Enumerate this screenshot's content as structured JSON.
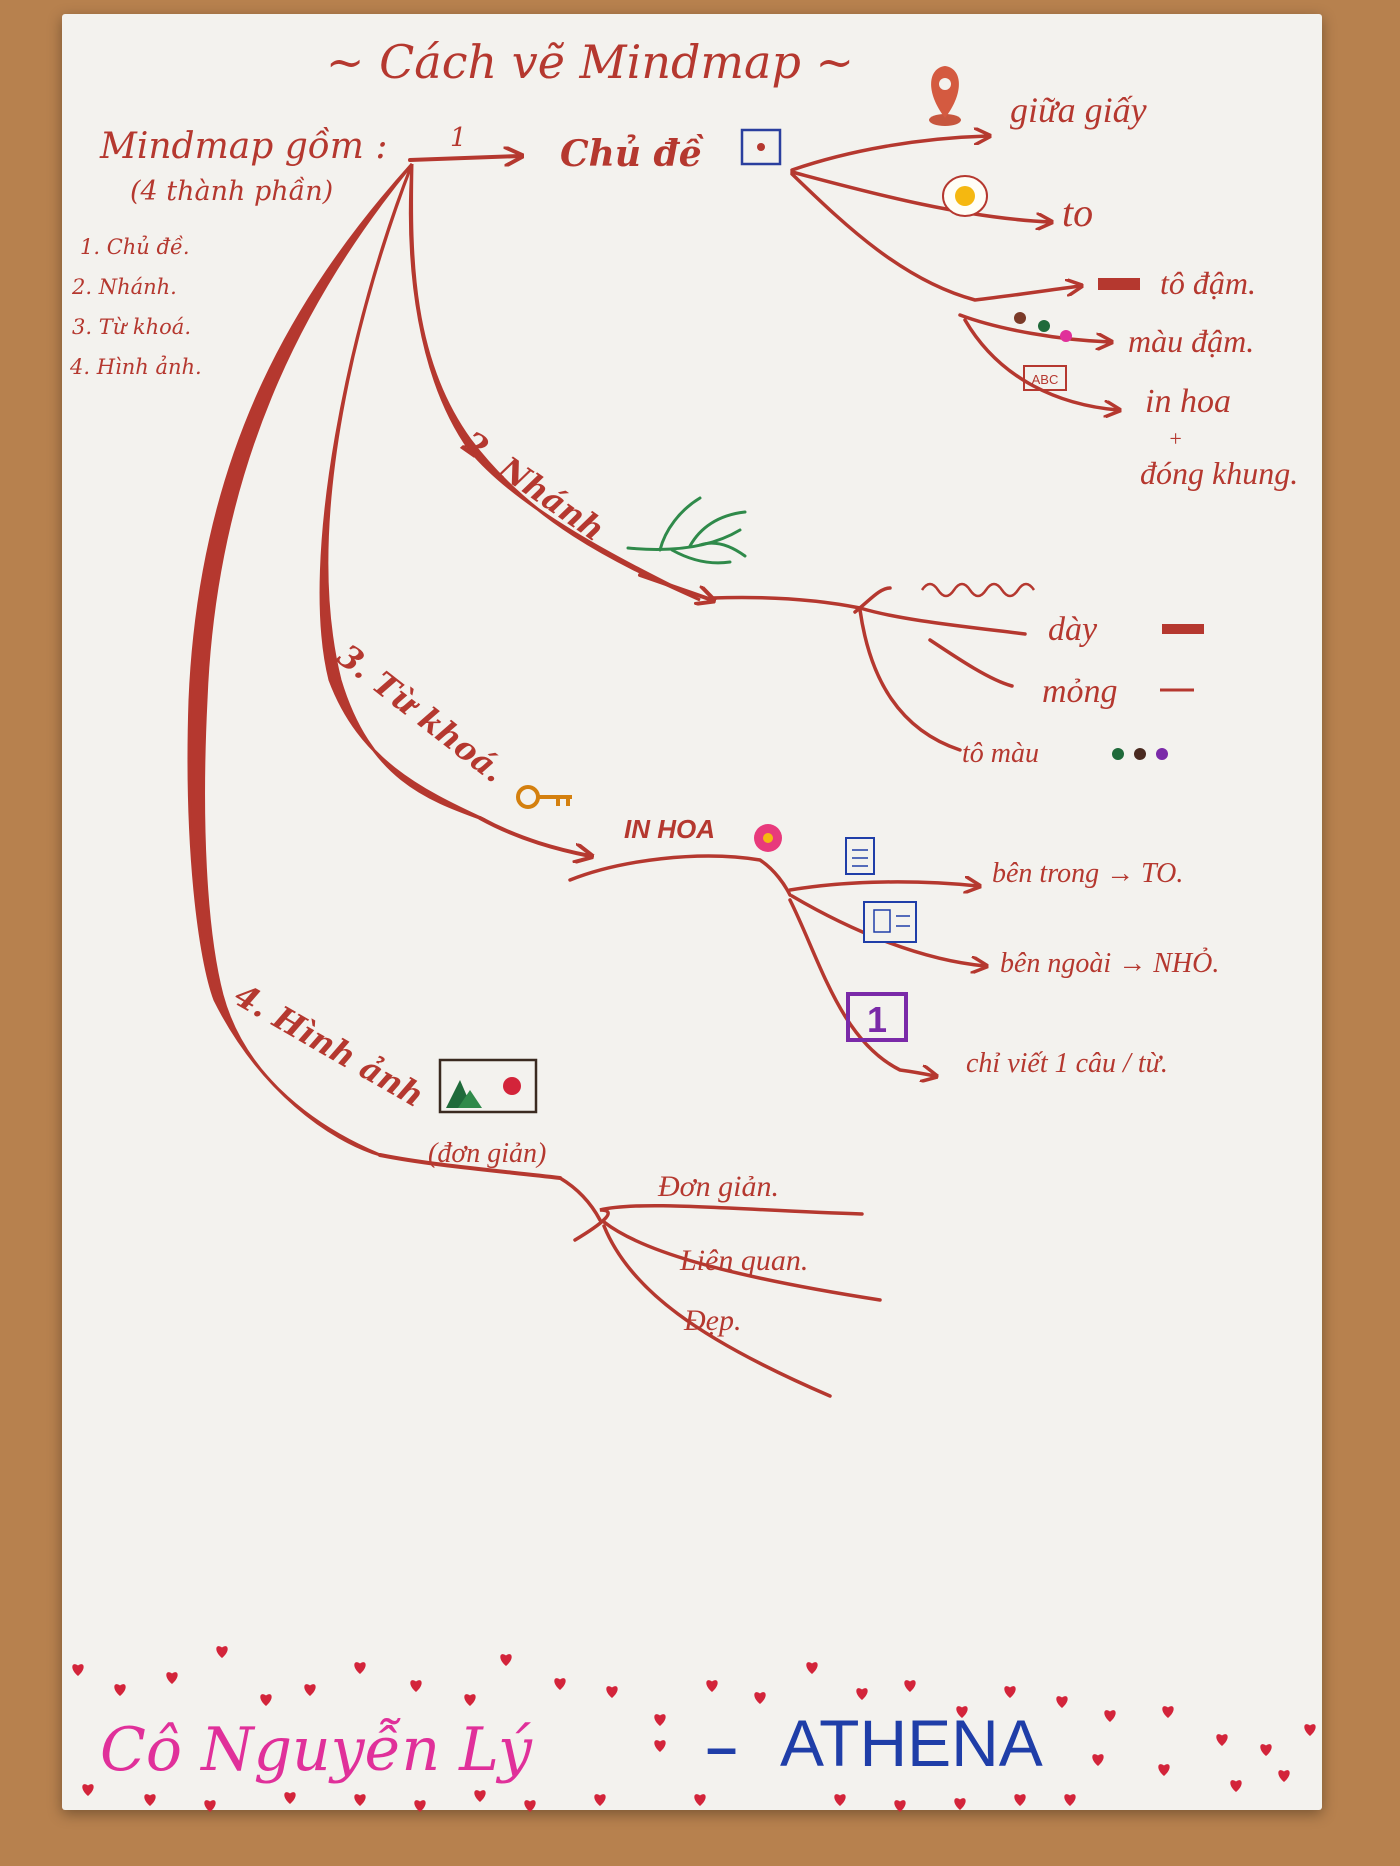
{
  "colors": {
    "ink": "#b5382f",
    "green": "#2f8a4a",
    "pink": "#e0309a",
    "blue": "#1f3ea8",
    "heart": "#d3243a",
    "purple": "#7a2aa8"
  },
  "title": "~ Cách vẽ Mindmap ~",
  "intro": {
    "heading": "Mindmap gồm :",
    "sub": "(4 thành phần)",
    "list": [
      "1. Chủ đề.",
      "2. Nhánh.",
      "3. Từ khoá.",
      "4. Hình ảnh."
    ]
  },
  "branches": {
    "topic": {
      "number": "1",
      "label": "Chủ đề",
      "leaves": [
        "giữa giấy",
        "to",
        "tô đậm.",
        "màu đậm.",
        "in hoa",
        "+",
        "đóng khung."
      ],
      "abc_badge": "ABC",
      "icons": [
        "location-pin-icon",
        "egg-icon",
        "bar-icon",
        "color-dots-icon",
        "abc-box-icon",
        "framed-dot-icon"
      ]
    },
    "branch": {
      "label": "2. Nhánh",
      "leaves": [
        "dày",
        "mỏng",
        "tô màu"
      ],
      "icons": [
        "plant-sprig-icon",
        "wavy-line-icon",
        "thick-line-icon",
        "thin-line-icon",
        "color-dots-icon"
      ]
    },
    "keyword": {
      "label": "3. Từ khoá.",
      "sub": "IN HOA",
      "leaves": [
        "bên trong → TO.",
        "bên ngoài → NHỎ.",
        "chỉ viết 1 câu / từ."
      ],
      "one_badge": "1",
      "icons": [
        "key-icon",
        "flower-icon",
        "document-icon",
        "id-card-icon",
        "number-one-box-icon"
      ]
    },
    "image": {
      "label": "4. Hình ảnh",
      "sub": "(đơn giản)",
      "leaves": [
        "Đơn giản.",
        "Liên quan.",
        "Đẹp."
      ],
      "icons": [
        "landscape-picture-icon"
      ]
    }
  },
  "signature": {
    "name": "Cô Nguyễn Lý",
    "dash": "–",
    "brand": "ATHENA"
  }
}
